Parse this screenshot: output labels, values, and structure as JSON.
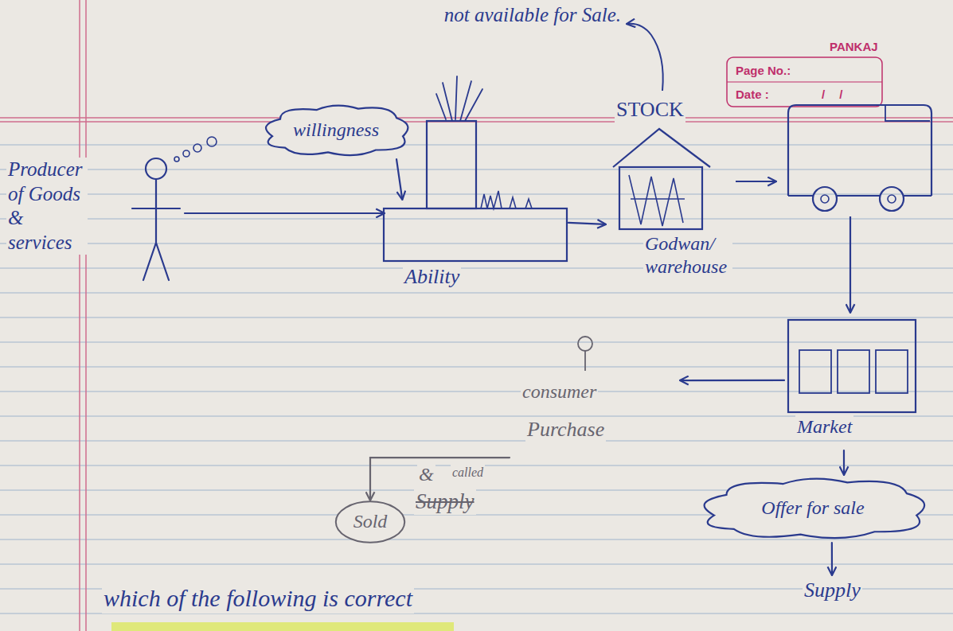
{
  "diagram": {
    "nodes": [
      {
        "text": [
          "Producer of Goods & services"
        ]
      },
      {
        "text": [
          "willingness"
        ]
      },
      {
        "text": [
          "Ability"
        ]
      },
      {
        "text": [
          "STOCK",
          "Godwan/ warehouse"
        ]
      },
      {
        "text": [
          "Market"
        ]
      },
      {
        "text": [
          "consumer",
          "Purchase"
        ]
      },
      {
        "text": [
          "Sold"
        ]
      },
      {
        "text": [
          "Offer for sale"
        ]
      },
      {
        "text": [
          "Supply"
        ]
      }
    ],
    "edges": [
      {
        "from": 0,
        "to": 2,
        "arrow": "to"
      },
      {
        "from": 1,
        "to": 2,
        "arrow": "to"
      },
      {
        "from": 2,
        "to": 3,
        "arrow": "to"
      },
      {
        "from": 4,
        "to": 5,
        "arrow": "to"
      },
      {
        "from": 5,
        "to": 6,
        "arrow": "to"
      },
      {
        "from": 4,
        "to": 7,
        "arrow": "to"
      },
      {
        "from": 7,
        "to": 8,
        "arrow": "to"
      }
    ],
    "labels": [
      "not available for Sale.",
      "PANKAJ",
      "Page No.:",
      "Date :",
      "/ /",
      "&",
      "called",
      "Supply",
      "which of the following is correct"
    ]
  }
}
